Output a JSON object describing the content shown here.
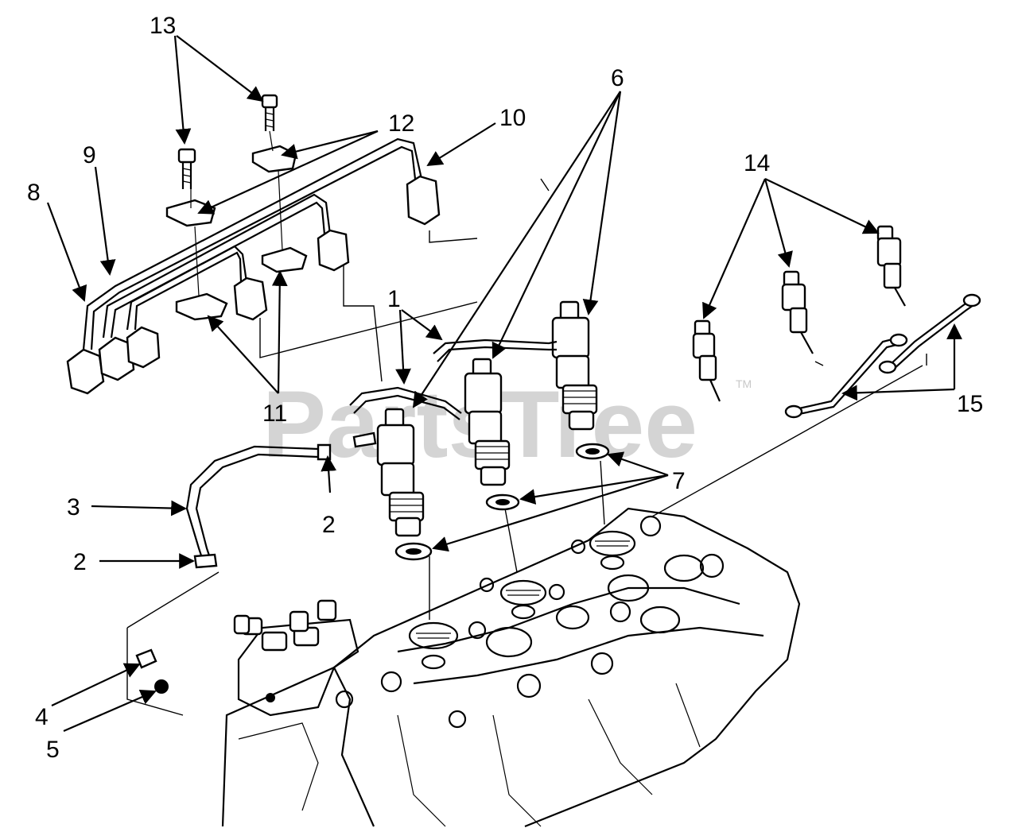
{
  "watermark": {
    "text": "PartsTree",
    "trademark": "TM"
  },
  "callouts": [
    {
      "id": "1",
      "label": "1"
    },
    {
      "id": "2a",
      "label": "2"
    },
    {
      "id": "2b",
      "label": "2"
    },
    {
      "id": "3",
      "label": "3"
    },
    {
      "id": "4",
      "label": "4"
    },
    {
      "id": "5",
      "label": "5"
    },
    {
      "id": "6",
      "label": "6"
    },
    {
      "id": "7",
      "label": "7"
    },
    {
      "id": "8",
      "label": "8"
    },
    {
      "id": "9",
      "label": "9"
    },
    {
      "id": "10",
      "label": "10"
    },
    {
      "id": "11",
      "label": "11"
    },
    {
      "id": "12",
      "label": "12"
    },
    {
      "id": "13",
      "label": "13"
    },
    {
      "id": "14",
      "label": "14"
    },
    {
      "id": "15",
      "label": "15"
    }
  ]
}
